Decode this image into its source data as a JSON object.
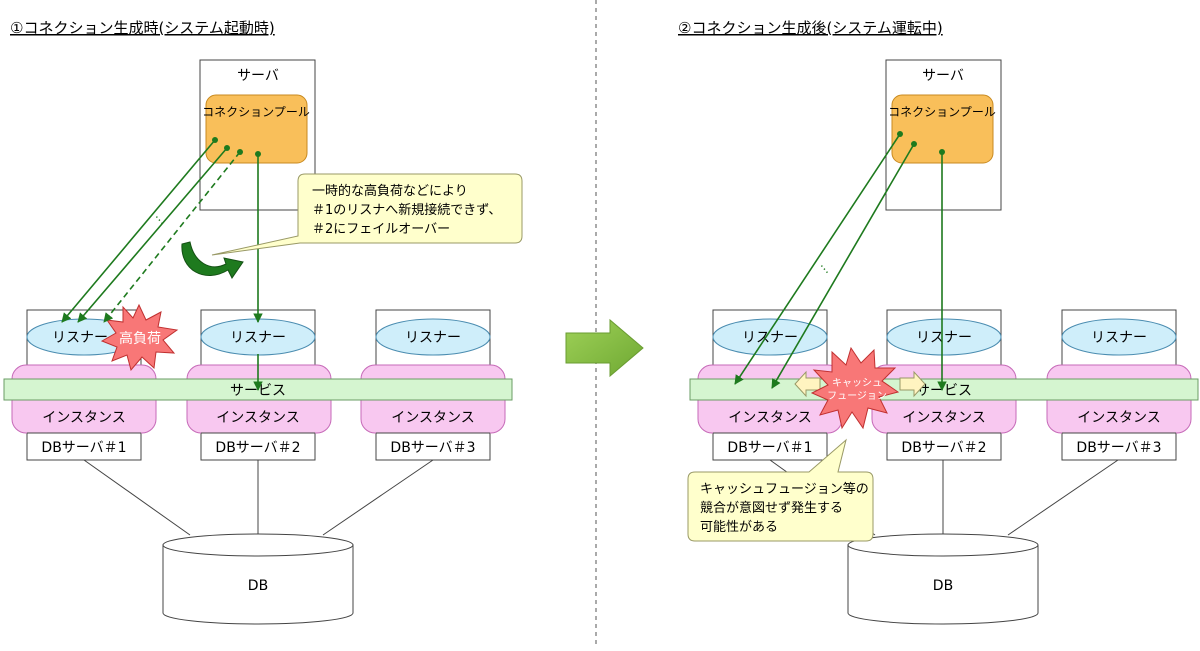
{
  "left": {
    "title": "①コネクション生成時(システム起動時)",
    "server_label": "サーバ",
    "pool_label": "コネクションプール",
    "callout": [
      "一時的な高負荷などにより",
      "＃1のリスナへ新規接続できず、",
      "＃2にフェイルオーバー"
    ],
    "overload_label": "高負荷",
    "listeners": [
      "リスナー",
      "リスナー",
      "リスナー"
    ],
    "service_label": "サービス",
    "instances": [
      "インスタンス",
      "インスタンス",
      "インスタンス"
    ],
    "db_servers": [
      "DBサーバ＃1",
      "DBサーバ＃2",
      "DBサーバ＃3"
    ],
    "db_label": "DB",
    "ellipsis": "…"
  },
  "right": {
    "title": "②コネクション生成後(システム運転中)",
    "server_label": "サーバ",
    "pool_label": "コネクションプール",
    "listeners": [
      "リスナー",
      "リスナー",
      "リスナー"
    ],
    "service_label": "サービス",
    "instances": [
      "インスタンス",
      "インスタンス",
      "インスタンス"
    ],
    "db_servers": [
      "DBサーバ＃1",
      "DBサーバ＃2",
      "DBサーバ＃3"
    ],
    "db_label": "DB",
    "fusion_label": [
      "キャッシュ",
      "フュージョン"
    ],
    "callout": [
      "キャッシュフュージョン等の",
      "競合が意図せず発生する",
      "可能性がある"
    ],
    "ellipsis": "…"
  },
  "colors": {
    "arrow_green": "#1e7a1e",
    "pool_fill": "#f9bf5a",
    "listener_fill": "#cfeefa",
    "service_fill": "#d5f5d0",
    "instance_fill": "#f8c8f0",
    "callout_fill": "#ffffcc",
    "burst_fill": "#f87777",
    "big_arrow": "#8fc548"
  }
}
